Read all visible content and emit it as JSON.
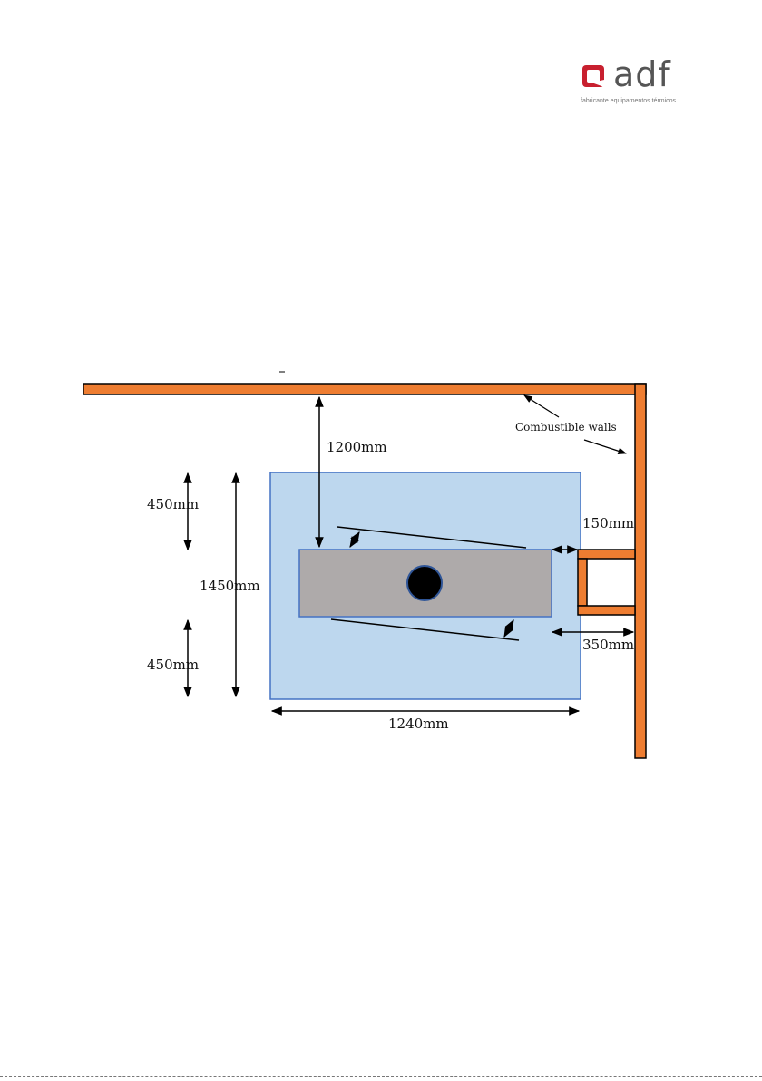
{
  "logo": {
    "brand": "adf",
    "tagline": "fabricante equipamentos térmicos",
    "accent_color": "#c8202f",
    "text_color": "#555555",
    "icon": "adf-logo-mark-icon"
  },
  "diagram": {
    "wall_label": "Combustible walls",
    "top_clearance": "1200mm",
    "hearth_depth": "1450mm",
    "hearth_width": "1240mm",
    "front_extension": "450mm",
    "rear_extension": "450mm",
    "side_clearance_small": "150mm",
    "side_clearance_large": "350mm",
    "colors": {
      "wall": "#ee7d31",
      "hearth": "#bdd7ee",
      "hearth_border": "#4472c4",
      "stove": "#aeaaaa",
      "flue": "#000000"
    }
  }
}
